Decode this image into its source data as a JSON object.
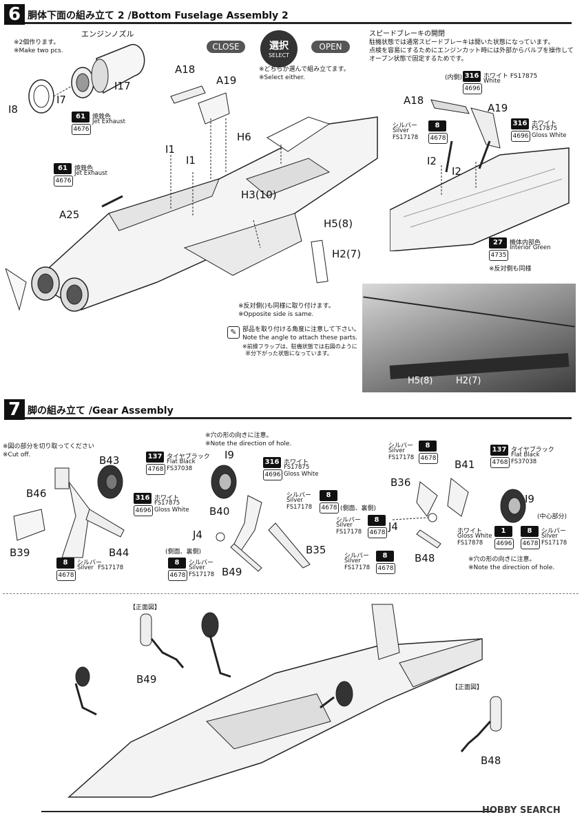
{
  "step6": {
    "num": "6",
    "title": "胴体下面の組み立て 2 /Bottom Fuselage Assembly 2",
    "make_two_jp": "※2個作ります。",
    "make_two_en": "※Make two pcs.",
    "engine_nozzle": "エンジンノズル",
    "close_label": "CLOSE",
    "open_label": "OPEN",
    "select_jp": "選択",
    "select_en": "SELECT",
    "select_note_jp": "※どちらか選んで組み立てます。",
    "select_note_en": "※Select either.",
    "speedbrake_title": "スピードブレーキの開閉",
    "speedbrake_l1": "駐機状態では通常スピードブレーキは開いた状態になっています。",
    "speedbrake_l2": "点検を容易にするためにエンジンカット時には外部からバルブを操作して",
    "speedbrake_l3": "オープン状態で固定するためです。",
    "inner_side": "(内側)",
    "opposite_same_jp": "※反対側()も同様に取り付けます。",
    "opposite_same_en": "※Opposite side is same.",
    "angle_jp": "部品を取り付ける角度に注意して下さい。",
    "angle_en": "Note the angle to attach these parts.",
    "flap_note_l1": "※前縁フラップは、駐機状態では右図のように",
    "flap_note_l2": "半分下がった状態になっています。",
    "opposite_same_small": "※反対側も同様",
    "parts": {
      "i8": "I8",
      "i7": "I7",
      "i17": "I17",
      "a18": "A18",
      "a19": "A19",
      "i1a": "I1",
      "i1b": "I1",
      "h6": "H6",
      "h3": "H3(10)",
      "h5": "H5(8)",
      "h2": "H2(7)",
      "a25": "A25",
      "a18r": "A18",
      "a19r": "A19",
      "i2a": "I2",
      "i2b": "I2",
      "photo_h5": "H5(8)",
      "photo_h2": "H2(7)"
    },
    "paints": {
      "jet_exhaust_top": {
        "code": "61",
        "gsi": "4676",
        "jp": "焼鉄色",
        "en": "Jet Exhaust",
        "fs": ""
      },
      "jet_exhaust_left": {
        "code": "61",
        "gsi": "4676",
        "jp": "焼鉄色",
        "en": "Jet Exhaust",
        "fs": ""
      },
      "white_inner": {
        "code": "316",
        "gsi": "4696",
        "jp": "ホワイト FS17875",
        "en": "White",
        "fs": ""
      },
      "silver_r": {
        "code": "8",
        "gsi": "4678",
        "jp": "シルバー",
        "en": "Silver",
        "fs": "FS17178"
      },
      "white_gloss_r": {
        "code": "316",
        "gsi": "4696",
        "jp": "ホワイト",
        "en": "FS17875",
        "fs": "Gloss White"
      },
      "interior_green": {
        "code": "27",
        "gsi": "4735",
        "jp": "機体内部色",
        "en": "Interior Green",
        "fs": ""
      }
    }
  },
  "step7": {
    "num": "7",
    "title": "脚の組み立て /Gear Assembly",
    "cutoff_jp": "※図の部分を切り取ってください",
    "cutoff_en": "※Cut off.",
    "hole_jp": "※穴の形の向きに注意。",
    "hole_en": "※Note the direction of hole.",
    "side_back_1": "(側面、裏側)",
    "side_back_2": "(側面、裏側)",
    "center_part": "(中心部分)",
    "hole_jp_r": "※穴の形の向きに注意。",
    "hole_en_r": "※Note the direction of hole.",
    "front_view_1": "【正面図】",
    "front_view_2": "【正面図】",
    "parts": {
      "b43": "B43",
      "b46": "B46",
      "b39": "B39",
      "b44": "B44",
      "i9": "I9",
      "b40": "B40",
      "j4": "J4",
      "b49": "B49",
      "b35": "B35",
      "b36": "B36",
      "b41": "B41",
      "j4r": "J4",
      "b48": "B48",
      "i9r": "I9",
      "b49_bottom": "B49",
      "b48_bottom": "B48"
    },
    "paints": {
      "flat_black_1": {
        "code": "137",
        "gsi": "4768",
        "jp": "タイヤブラック",
        "en": "Flat Black",
        "fs": "FS37038"
      },
      "gloss_white_1": {
        "code": "316",
        "gsi": "4696",
        "jp": "ホワイト",
        "en": "FS17875",
        "fs": "Gloss White"
      },
      "silver_1": {
        "code": "8",
        "gsi": "4678",
        "jp": "シルバー",
        "en": "Silver",
        "fs": "FS17178"
      },
      "gloss_white_2": {
        "code": "316",
        "gsi": "4696",
        "jp": "ホワイト",
        "en": "FS17875",
        "fs": "Gloss White"
      },
      "silver_2": {
        "code": "8",
        "gsi": "4678",
        "jp": "シルバー",
        "en": "Silver",
        "fs": "FS17178"
      },
      "silver_3": {
        "code": "8",
        "gsi": "4678",
        "jp": "シルバー",
        "en": "Silver",
        "fs": "FS17178"
      },
      "silver_4": {
        "code": "8",
        "gsi": "4678",
        "jp": "シルバー",
        "en": "Silver",
        "fs": "FS17178"
      },
      "silver_5": {
        "code": "8",
        "gsi": "4678",
        "jp": "シルバー",
        "en": "Silver",
        "fs": "FS17178"
      },
      "silver_6": {
        "code": "8",
        "gsi": "4678",
        "jp": "シルバー",
        "en": "Silver",
        "fs": "FS17178"
      },
      "flat_black_2": {
        "code": "137",
        "gsi": "4768",
        "jp": "タイヤブラック",
        "en": "Flat Black",
        "fs": "FS37038"
      },
      "gloss_white_3": {
        "code": "1",
        "gsi": "4696",
        "jp": "ホワイト",
        "en": "Gloss White",
        "fs": "FS17878"
      },
      "silver_7": {
        "code": "8",
        "gsi": "4678",
        "jp": "シルバー",
        "en": "Silver",
        "fs": "FS17178"
      }
    }
  },
  "watermark": "HOBBY SEARCH"
}
